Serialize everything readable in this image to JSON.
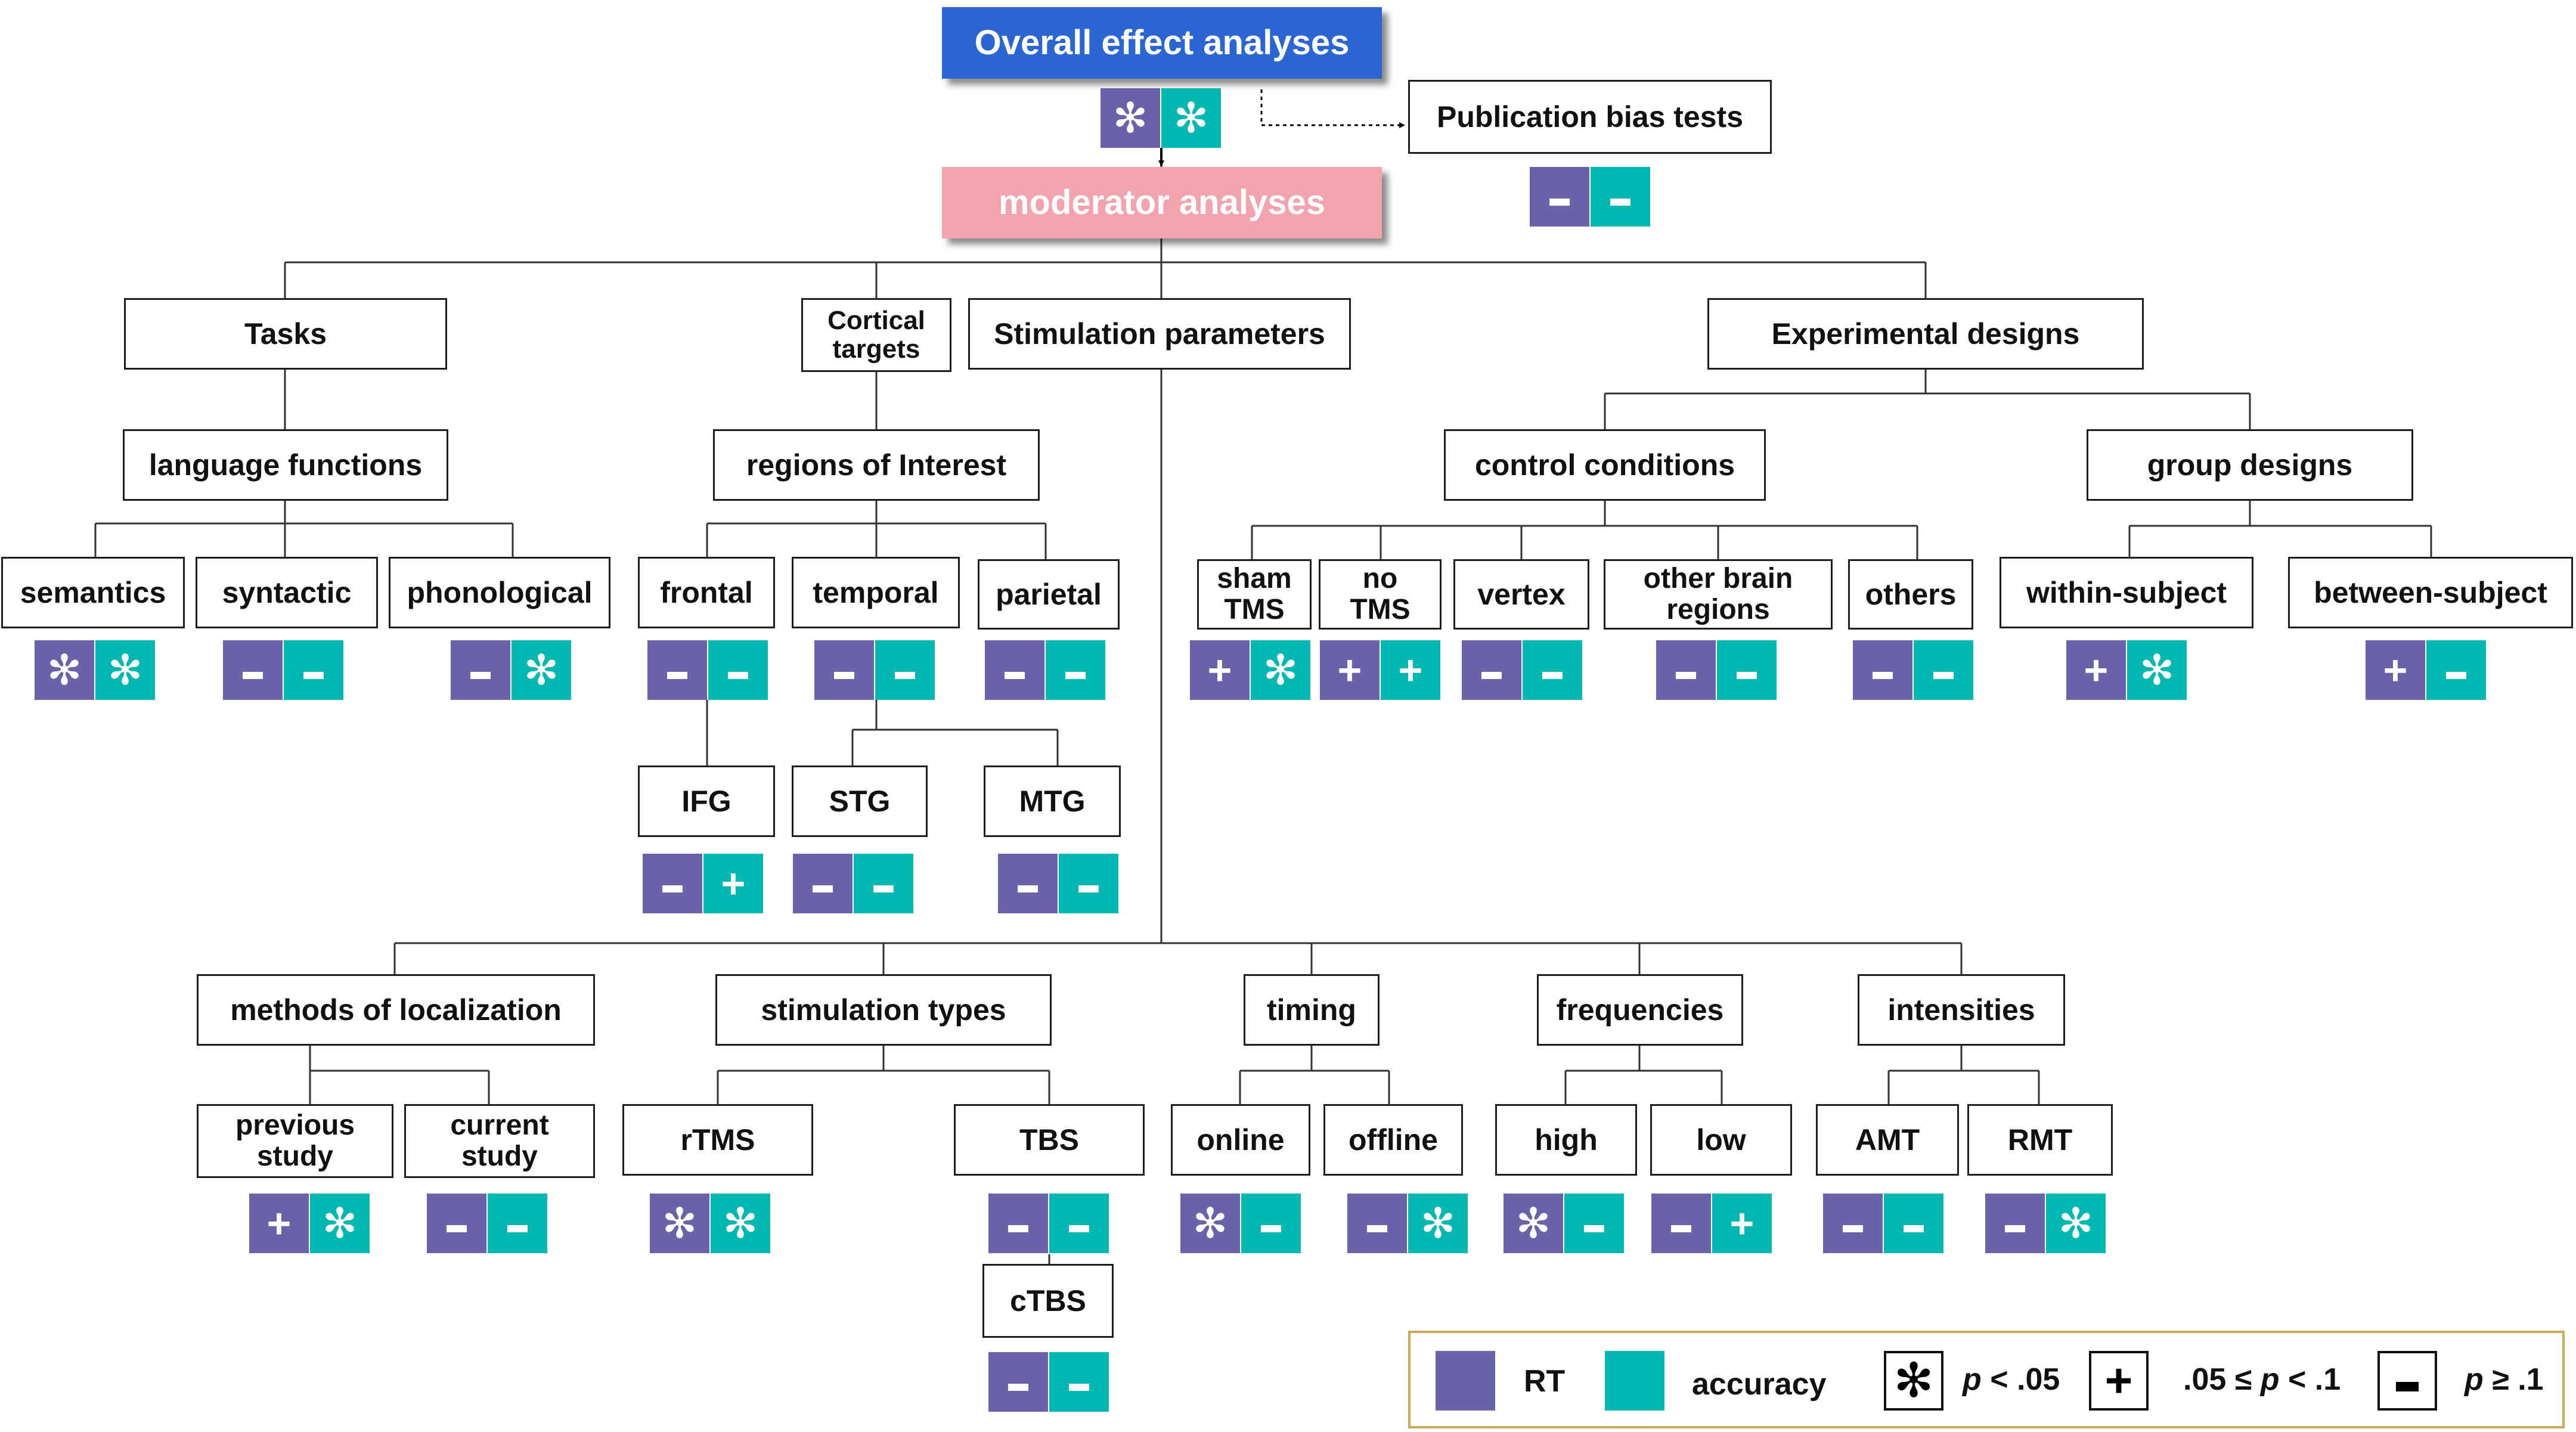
{
  "diagram": {
    "nodes": {
      "overall": "Overall effect analyses",
      "pubbias": "Publication bias tests",
      "moderator": "moderator analyses",
      "tasks": "Tasks",
      "cortical": "Cortical\ntargets",
      "stimparams": "Stimulation parameters",
      "expdesigns": "Experimental designs",
      "langfunc": "language functions",
      "roi": "regions of Interest",
      "control": "control conditions",
      "groupdes": "group designs",
      "semantics": "semantics",
      "syntactic": "syntactic",
      "phonological": "phonological",
      "frontal": "frontal",
      "temporal": "temporal",
      "parietal": "parietal",
      "sham": "sham\nTMS",
      "notms": "no\nTMS",
      "vertex": "vertex",
      "otherbrain": "other brain\nregions",
      "others": "others",
      "within": "within-subject",
      "between": "between-subject",
      "ifg": "IFG",
      "stg": "STG",
      "mtg": "MTG",
      "methods": "methods of localization",
      "stimtypes": "stimulation types",
      "timing": "timing",
      "frequencies": "frequencies",
      "intensities": "intensities",
      "previous": "previous\nstudy",
      "current": "current\nstudy",
      "rtms": "rTMS",
      "tbs": "TBS",
      "online": "online",
      "offline": "offline",
      "high": "high",
      "low": "low",
      "amt": "AMT",
      "rmt": "RMT",
      "ctbs": "cTBS"
    },
    "results": {
      "overall": {
        "rt": "*",
        "acc": "*"
      },
      "pubbias": {
        "rt": "-",
        "acc": "-"
      },
      "semantics": {
        "rt": "*",
        "acc": "*"
      },
      "syntactic": {
        "rt": "-",
        "acc": "-"
      },
      "phonological": {
        "rt": "-",
        "acc": "*"
      },
      "frontal": {
        "rt": "-",
        "acc": "-"
      },
      "temporal": {
        "rt": "-",
        "acc": "-"
      },
      "parietal": {
        "rt": "-",
        "acc": "-"
      },
      "sham": {
        "rt": "+",
        "acc": "*"
      },
      "notms": {
        "rt": "+",
        "acc": "+"
      },
      "vertex": {
        "rt": "-",
        "acc": "-"
      },
      "otherbrain": {
        "rt": "-",
        "acc": "-"
      },
      "others": {
        "rt": "-",
        "acc": "-"
      },
      "within": {
        "rt": "+",
        "acc": "*"
      },
      "between": {
        "rt": "+",
        "acc": "-"
      },
      "ifg": {
        "rt": "-",
        "acc": "+"
      },
      "stg": {
        "rt": "-",
        "acc": "-"
      },
      "mtg": {
        "rt": "-",
        "acc": "-"
      },
      "previous": {
        "rt": "+",
        "acc": "*"
      },
      "current": {
        "rt": "-",
        "acc": "-"
      },
      "rtms": {
        "rt": "*",
        "acc": "*"
      },
      "tbs": {
        "rt": "-",
        "acc": "-"
      },
      "ctbs": {
        "rt": "-",
        "acc": "-"
      },
      "online": {
        "rt": "*",
        "acc": "-"
      },
      "offline": {
        "rt": "-",
        "acc": "*"
      },
      "high": {
        "rt": "*",
        "acc": "-"
      },
      "low": {
        "rt": "-",
        "acc": "+"
      },
      "amt": {
        "rt": "-",
        "acc": "-"
      },
      "rmt": {
        "rt": "-",
        "acc": "*"
      }
    }
  },
  "legend": {
    "rt_label": "RT",
    "acc_label": "accuracy",
    "sig_label_p": "p",
    "sig_label_rest": " < .05",
    "trend_label_pre": ".05 ≤ ",
    "trend_label_p": "p",
    "trend_label_post": " < .1",
    "ns_label_p": "p",
    "ns_label_rest": " ≥ .1"
  },
  "colors": {
    "rt": "#6b63aa",
    "accuracy": "#00b8b0",
    "overall_box": "#2b65d1",
    "moderator_box": "#f3a3ae",
    "legend_border": "#c9ab5a"
  }
}
